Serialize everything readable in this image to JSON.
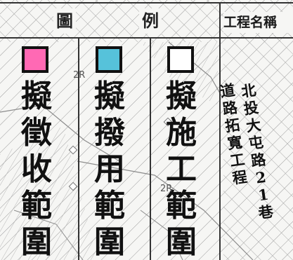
{
  "legend": {
    "title_left": "圖",
    "title_right": "例",
    "items": [
      {
        "label": "擬徵收範圍",
        "color": "#ff69b4"
      },
      {
        "label": "擬撥用範圍",
        "color": "#56c2da"
      },
      {
        "label": "擬施工範圍",
        "color": "#ffffff"
      }
    ]
  },
  "project": {
    "header": "工程名稱",
    "name_columns": [
      "北投大屯路21巷",
      "道路拓寬工程"
    ]
  },
  "map_marks": [
    "2R",
    "2R"
  ]
}
